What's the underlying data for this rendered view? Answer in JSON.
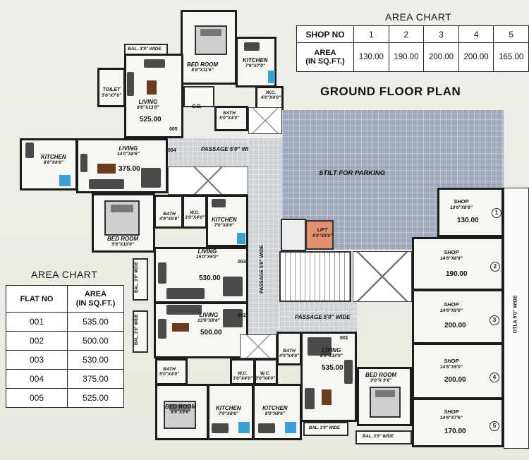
{
  "title": "GROUND FLOOR PLAN",
  "shop_area_chart": {
    "title": "AREA CHART",
    "header_label": "SHOP NO",
    "row_label": "AREA\n(IN SQ.FT.)",
    "shops": [
      "1",
      "2",
      "3",
      "4",
      "5"
    ],
    "areas": [
      "130.00",
      "190.00",
      "200.00",
      "200.00",
      "165.00"
    ]
  },
  "flat_area_chart": {
    "title": "AREA CHART",
    "col1": "FLAT NO",
    "col2": "AREA\n(IN SQ.FT.)",
    "rows": [
      {
        "flat": "001",
        "area": "535.00"
      },
      {
        "flat": "002",
        "area": "500.00"
      },
      {
        "flat": "003",
        "area": "530.00"
      },
      {
        "flat": "004",
        "area": "375.00"
      },
      {
        "flat": "005",
        "area": "525.00"
      }
    ]
  },
  "rooms": {
    "bal_top": "BAL. 3'9\" WIDE",
    "bedroom_top": "BED ROOM",
    "bedroom_top_dim": "8'6\"X11'6\"",
    "kitchen_top": "KITCHEN",
    "kitchen_top_dim": "7'6\"X7'0\"",
    "toilet": "TOILET",
    "toilet_dim": "5'6\"X7'0\"",
    "living_005": "LIVING",
    "living_005_dim": "8'6\"X13'0\"",
    "living_005_area": "525.00",
    "flat_005": "005",
    "wc_top": "W.C.",
    "wc_top_dim": "4'0\"X4'0\"",
    "bath_top": "BATH",
    "bath_top_dim": "5'0\"X4'0\"",
    "cb": "C.B.",
    "kitchen_004": "KITCHEN",
    "kitchen_004_dim": "8'6\"X8'6\"",
    "living_004": "LIVING",
    "living_004_dim": "14'0\"X8'6\"",
    "living_004_area": "375.00",
    "flat_004": "004",
    "passage_top": "PASSAGE 5'0\" WIDE",
    "stilt": "STILT FOR PARKING",
    "bath_mid": "BATH",
    "bath_mid_dim": "4'9\"X5'6\"",
    "wc_mid": "W.C.",
    "wc_mid_dim": "3'0\"X4'0\"",
    "kitchen_mid": "KITCHEN",
    "kitchen_mid_dim": "7'0\"X8'6\"",
    "bedroom_mid": "BED ROOM",
    "bedroom_mid_dim": "9'6\"X10'0\"",
    "living_003": "LIVING",
    "living_003_dim": "15'0\"X9'0\"",
    "living_003_area": "530.00",
    "flat_003": "003",
    "passage_vert": "PASSAGE 5'0\" WIDE",
    "bal_side1": "BAL. 3'9\" WIDE",
    "living_002": "LIVING",
    "living_002_dim": "13'6\"X8'6\"",
    "living_002_area": "500.00",
    "flat_002": "002",
    "bal_side2": "BAL. 3'9\" WIDE",
    "lift": "LIFT",
    "lift_dim": "5'0\"X5'0\"",
    "passage_mid": "PASSAGE 5'0\" WIDE",
    "flat_001": "001",
    "bath_001": "BATH",
    "bath_001_dim": "4'0\"X4'6\"",
    "living_001": "LIVING",
    "living_001_dim": "8'6\"X14'0\"",
    "living_001_area": "535.00",
    "bath_low": "BATH",
    "bath_low_dim": "5'0\"X4'0\"",
    "wc_low1": "W.C.",
    "wc_low1_dim": "3'0\"X4'0\"",
    "wc_low2": "W.C.",
    "wc_low2_dim": "3'0\"X4'0\"",
    "bedroom_low": "BED ROOM",
    "bedroom_low_dim": "8'6\"X9'6\"",
    "kitchen_low1": "KITCHEN",
    "kitchen_low1_dim": "7'0\"X8'6\"",
    "kitchen_low2": "KITCHEN",
    "kitchen_low2_dim": "8'0\"X8'6\"",
    "bedroom_001": "BED ROOM",
    "bedroom_001_dim": "9'0\"X 9'6\"",
    "bal_low1": "BAL. 3'0\" WIDE",
    "bal_low2": "BAL. 3'9\" WIDE",
    "otla": "OTLA 5'0\" WIDE"
  },
  "shops": [
    {
      "num": "1",
      "label": "SHOP",
      "dim": "10'6\"X8'6\"",
      "area": "130.00"
    },
    {
      "num": "2",
      "label": "SHOP",
      "dim": "14'6\"X8'6\"",
      "area": "190.00"
    },
    {
      "num": "3",
      "label": "SHOP",
      "dim": "14'6\"X9'0\"",
      "area": "200.00"
    },
    {
      "num": "4",
      "label": "SHOP",
      "dim": "14'6\"X9'0\"",
      "area": "200.00"
    },
    {
      "num": "5",
      "label": "SHOP",
      "dim": "14'6\"X7'6\"",
      "area": "170.00"
    }
  ]
}
